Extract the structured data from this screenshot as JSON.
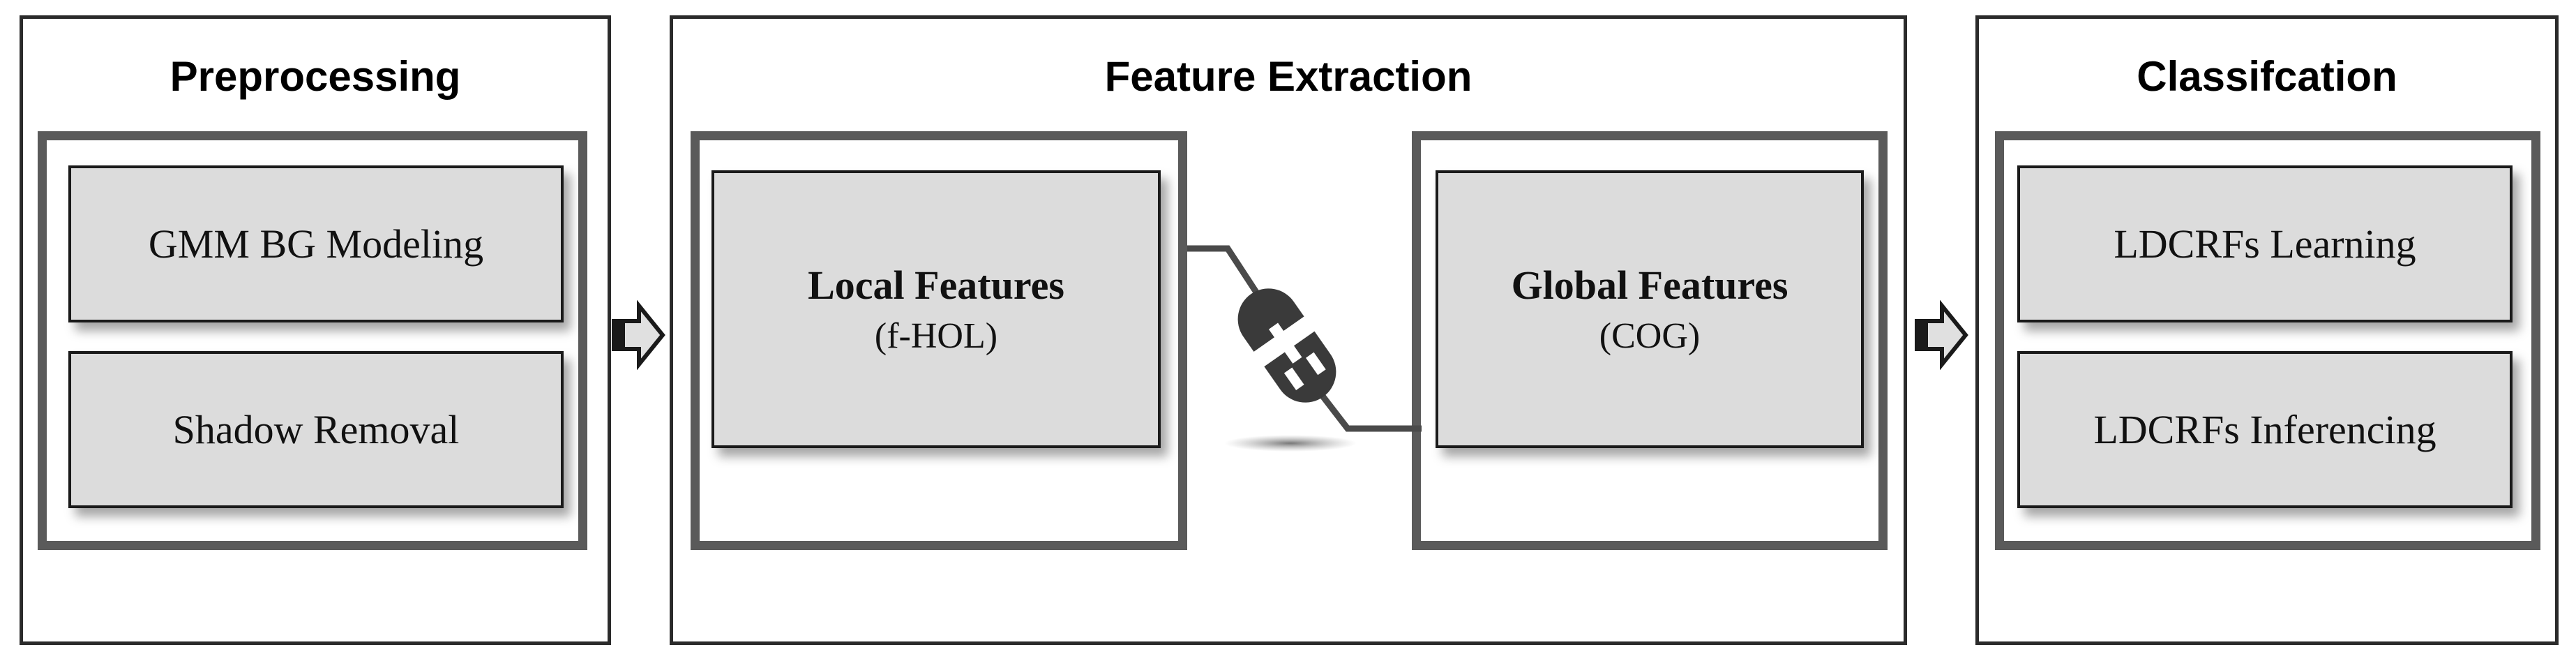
{
  "preprocessing": {
    "title": "Preprocessing",
    "items": [
      "GMM BG Modeling",
      "Shadow Removal"
    ]
  },
  "feature_extraction": {
    "title": "Feature Extraction",
    "local": {
      "label": "Local Features",
      "sub": "(f-HOL)"
    },
    "global": {
      "label": "Global Features",
      "sub": "(COG)"
    }
  },
  "classification": {
    "title": "Classifcation",
    "items": [
      "LDCRFs Learning",
      "LDCRFs Inferencing"
    ]
  }
}
